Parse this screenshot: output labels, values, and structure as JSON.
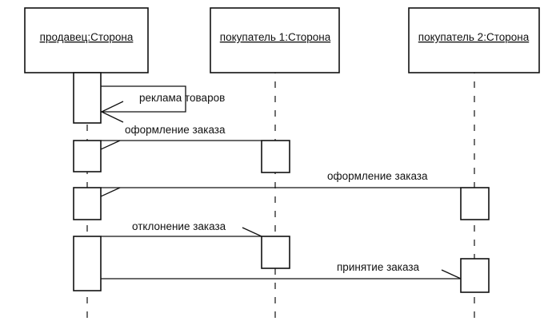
{
  "objects": [
    {
      "label": "продавец:Сторона"
    },
    {
      "label": "покупатель 1:Сторона"
    },
    {
      "label": "покупатель 2:Сторона"
    }
  ],
  "messages": [
    {
      "label": "реклама товаров"
    },
    {
      "label": "оформление заказа"
    },
    {
      "label": "оформление заказа"
    },
    {
      "label": "отклонение заказа"
    },
    {
      "label": "принятие заказа"
    }
  ]
}
